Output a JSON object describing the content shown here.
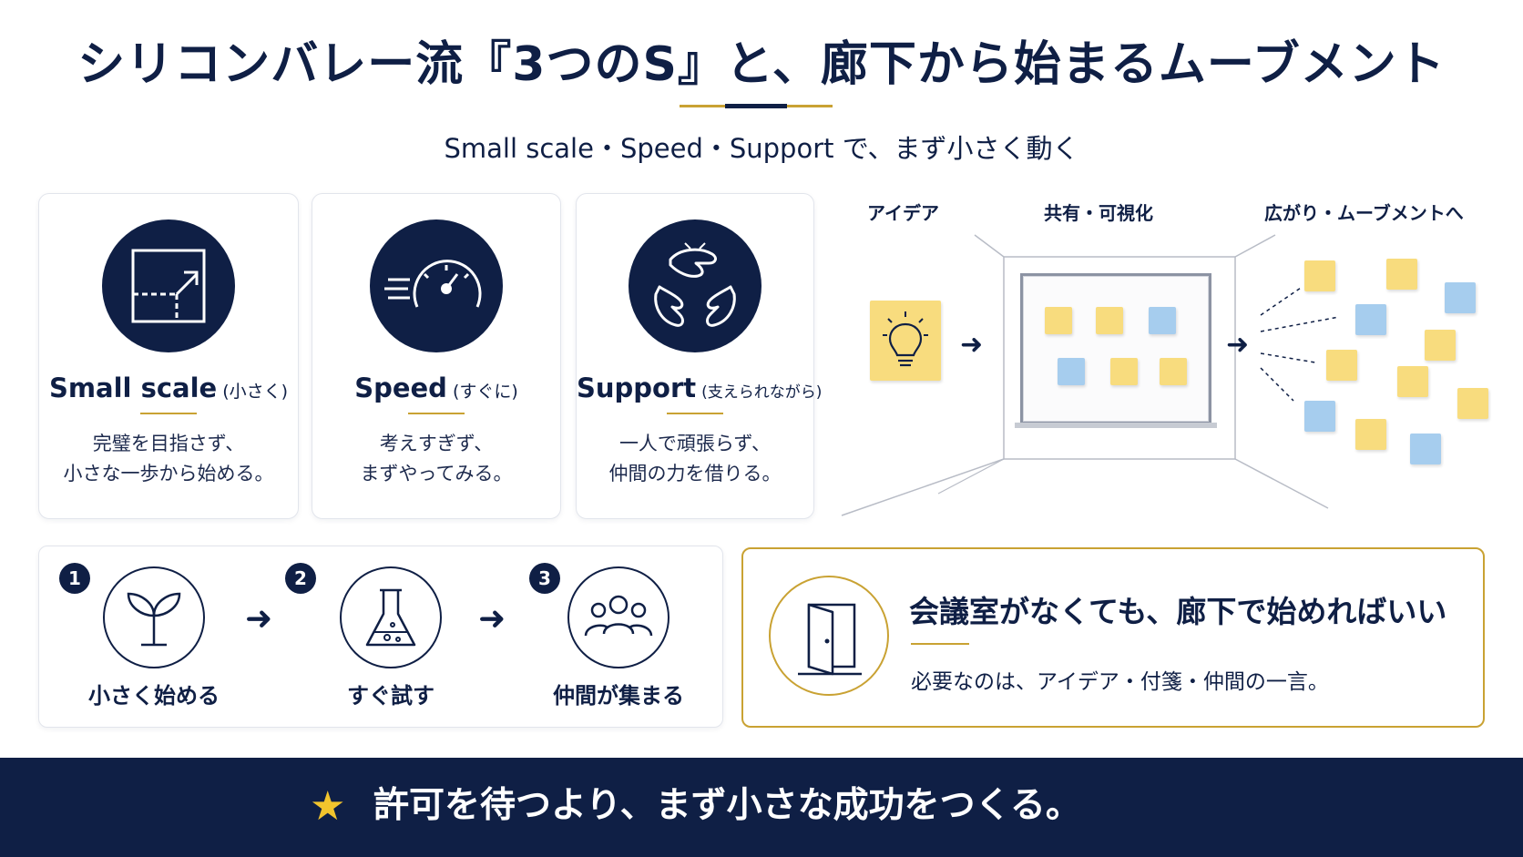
{
  "header": {
    "title": "シリコンバレー流『3つのS』と、廊下から始まるムーブメント",
    "subtitle": "Small scale・Speed・Support で、まず小さく動く"
  },
  "cards": [
    {
      "icon": "scale-expand-icon",
      "title_en": "Small scale",
      "title_jp": "(小さく)",
      "desc_line1": "完璧を目指さず、",
      "desc_line2": "小さな一歩から始める。"
    },
    {
      "icon": "speedometer-icon",
      "title_en": "Speed",
      "title_jp": "(すぐに)",
      "desc_line1": "考えすぎず、",
      "desc_line2": "まずやってみる。"
    },
    {
      "icon": "helping-hands-icon",
      "title_en": "Support",
      "title_jp": "(支えられながら)",
      "desc_line1": "一人で頑張らず、",
      "desc_line2": "仲間の力を借りる。"
    }
  ],
  "flow": {
    "labels": [
      "アイデア",
      "共有・可視化",
      "広がり・ムーブメントへ"
    ],
    "icons": [
      "lightbulb-icon",
      "whiteboard-icon",
      "sticky-notes-icon"
    ]
  },
  "steps": [
    {
      "num": "1",
      "icon": "sprout-icon",
      "label": "小さく始める"
    },
    {
      "num": "2",
      "icon": "flask-icon",
      "label": "すぐ試す"
    },
    {
      "num": "3",
      "icon": "group-icon",
      "label": "仲間が集まる"
    }
  ],
  "callout": {
    "icon": "door-icon",
    "title": "会議室がなくても、廊下で始めればいい",
    "desc": "必要なのは、アイデア・付箋・仲間の一言。"
  },
  "banner": {
    "icon": "star-icon",
    "text": "許可を待つより、まず小さな成功をつくる。"
  },
  "colors": {
    "navy": "#0f1f45",
    "gold": "#c9a233",
    "note_yellow": "#f8dc7e",
    "note_blue": "#a6cdee",
    "star": "#f2c42d"
  }
}
